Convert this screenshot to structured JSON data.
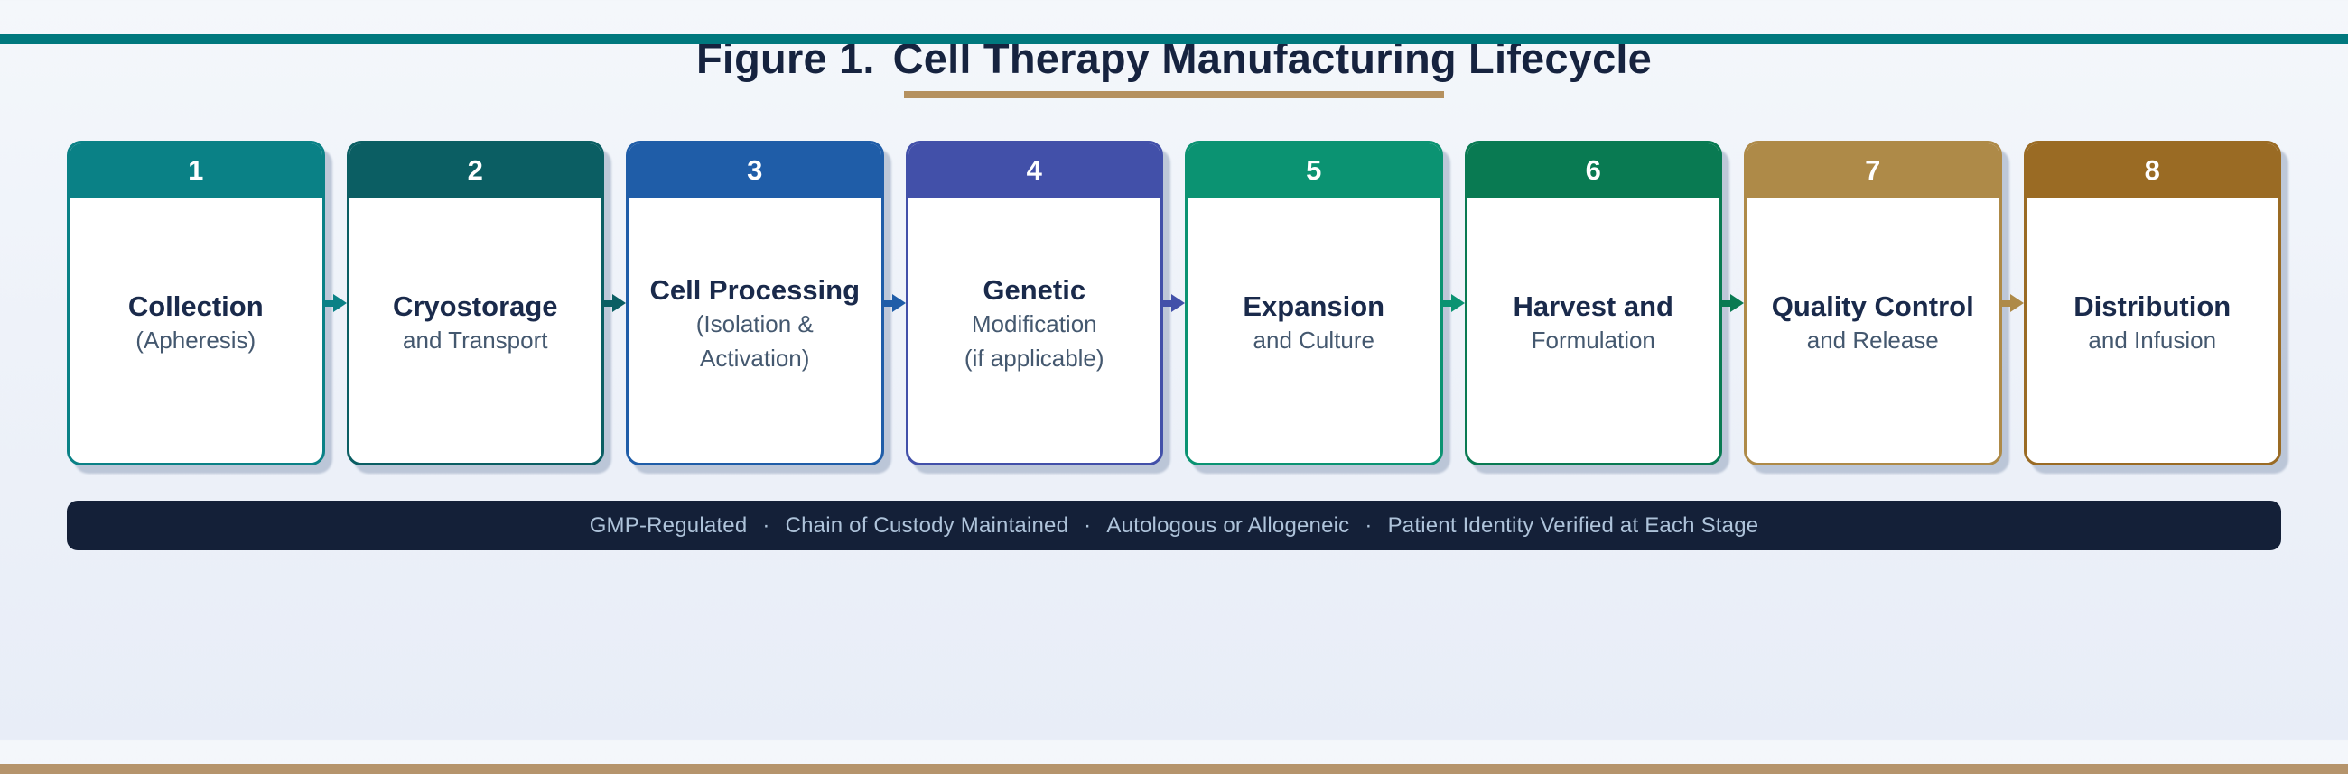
{
  "page": {
    "top_strip_color": "#00787e",
    "bottom_strip_color": "#b5946c"
  },
  "figure_title": {
    "prefix": "Figure 1.",
    "text": "Cell Therapy Manufacturing Lifecycle",
    "underline_color": "#b5915f"
  },
  "stages": [
    {
      "number": "1",
      "title": "Collection",
      "subtitle_lines": [
        "(Apheresis)"
      ],
      "color": "#0a8186"
    },
    {
      "number": "2",
      "title": "Cryostorage",
      "subtitle_lines": [
        "and Transport"
      ],
      "color": "#0b5e63"
    },
    {
      "number": "3",
      "title": "Cell Processing",
      "subtitle_lines": [
        "(Isolation &",
        "Activation)"
      ],
      "color": "#1f5da8"
    },
    {
      "number": "4",
      "title": "Genetic",
      "subtitle_lines": [
        "Modification",
        "(if applicable)"
      ],
      "color": "#4250a9"
    },
    {
      "number": "5",
      "title": "Expansion",
      "subtitle_lines": [
        "and Culture"
      ],
      "color": "#0b9372"
    },
    {
      "number": "6",
      "title": "Harvest and",
      "subtitle_lines": [
        "Formulation"
      ],
      "color": "#097a52"
    },
    {
      "number": "7",
      "title": "Quality Control",
      "subtitle_lines": [
        "and Release"
      ],
      "color": "#ae8a48"
    },
    {
      "number": "8",
      "title": "Distribution",
      "subtitle_lines": [
        "and Infusion"
      ],
      "color": "#9a6b24"
    }
  ],
  "footer": {
    "background": "#142038",
    "separator": "·",
    "items": [
      "GMP-Regulated",
      "Chain of Custody Maintained",
      "Autologous or Allogeneic",
      "Patient Identity Verified at Each Stage"
    ]
  }
}
